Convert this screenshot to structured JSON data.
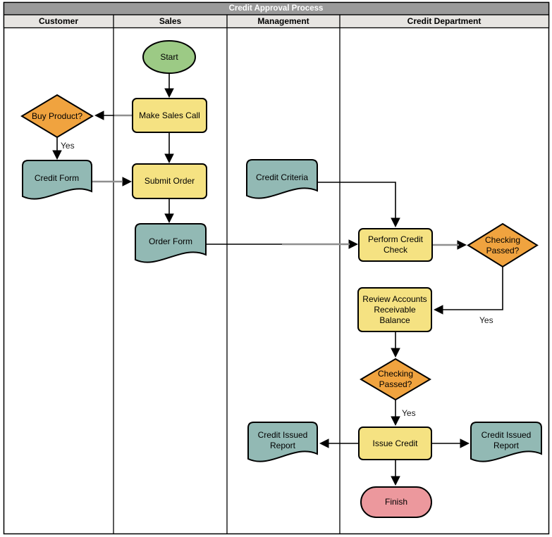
{
  "diagram": {
    "title": "Credit Approval Process",
    "lanes": [
      {
        "label": "Customer"
      },
      {
        "label": "Sales"
      },
      {
        "label": "Management"
      },
      {
        "label": "Credit Department"
      }
    ],
    "nodes": {
      "start": {
        "label": "Start",
        "type": "start",
        "lane": "Sales"
      },
      "make_sales_call": {
        "label": "Make Sales Call",
        "type": "process",
        "lane": "Sales"
      },
      "buy_product": {
        "label": "Buy Product?",
        "type": "decision",
        "lane": "Customer"
      },
      "credit_form": {
        "label": "Credit Form",
        "type": "document",
        "lane": "Customer"
      },
      "submit_order": {
        "label": "Submit Order",
        "type": "process",
        "lane": "Sales"
      },
      "credit_criteria": {
        "label": "Credit Criteria",
        "type": "document",
        "lane": "Management"
      },
      "order_form": {
        "label": "Order Form",
        "type": "document",
        "lane": "Sales"
      },
      "perform_credit_check": {
        "label": "Perform Credit Check",
        "type": "process",
        "lane": "Credit Department"
      },
      "checking_passed_1": {
        "label": "Checking Passed?",
        "type": "decision",
        "lane": "Credit Department"
      },
      "review_accounts": {
        "label": "Review Accounts Receivable Balance",
        "type": "process",
        "lane": "Credit Department"
      },
      "checking_passed_2": {
        "label": "Checking Passed?",
        "type": "decision",
        "lane": "Credit Department"
      },
      "credit_issued_report_mgmt": {
        "label": "Credit Issued Report",
        "type": "document",
        "lane": "Management"
      },
      "issue_credit": {
        "label": "Issue Credit",
        "type": "process",
        "lane": "Credit Department"
      },
      "credit_issued_report_dept": {
        "label": "Credit Issued Report",
        "type": "document",
        "lane": "Credit Department"
      },
      "finish": {
        "label": "Finish",
        "type": "end",
        "lane": "Credit Department"
      }
    },
    "edge_labels": {
      "buy_product_yes": "Yes",
      "checking1_yes": "Yes",
      "checking2_yes": "Yes"
    },
    "palette": {
      "title_bar_bg": "#9A9A9A",
      "title_text": "#FFFFFF",
      "lane_header_bg": "#E7E5E2",
      "process_fill": "#F5E282",
      "decision_fill": "#F0A33F",
      "document_fill": "#92B9B4",
      "start_fill": "#9CCA85",
      "end_fill": "#EC989D",
      "shape_border": "#000000",
      "connector": "#000000",
      "connector_alt": "#8F8F8F"
    }
  }
}
